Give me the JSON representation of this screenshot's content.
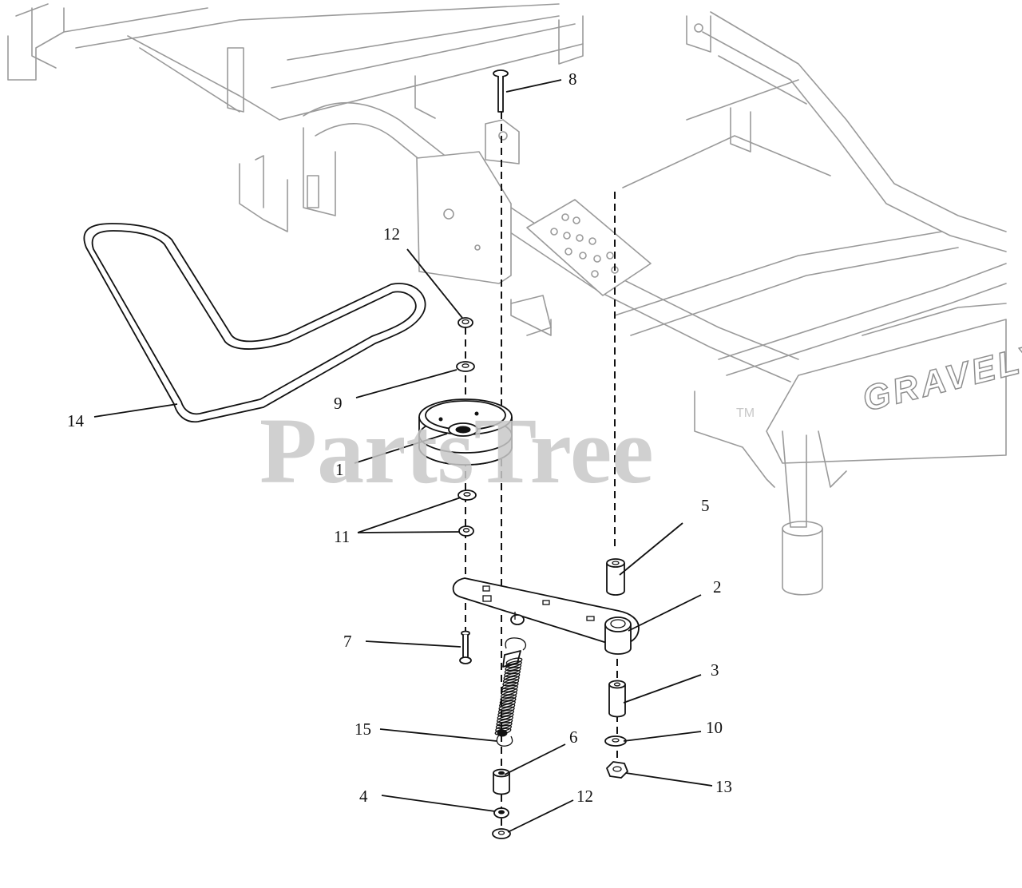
{
  "watermark": {
    "text": "PartsTree",
    "trademark": "TM"
  },
  "frame_brand": "GRAVELY",
  "callouts": [
    {
      "id": "c1",
      "label": "1"
    },
    {
      "id": "c2",
      "label": "2"
    },
    {
      "id": "c3",
      "label": "3"
    },
    {
      "id": "c4",
      "label": "4"
    },
    {
      "id": "c5",
      "label": "5"
    },
    {
      "id": "c6",
      "label": "6"
    },
    {
      "id": "c7",
      "label": "7"
    },
    {
      "id": "c8",
      "label": "8"
    },
    {
      "id": "c9",
      "label": "9"
    },
    {
      "id": "c10",
      "label": "10"
    },
    {
      "id": "c11",
      "label": "11"
    },
    {
      "id": "c12a",
      "label": "12"
    },
    {
      "id": "c12b",
      "label": "12"
    },
    {
      "id": "c13",
      "label": "13"
    },
    {
      "id": "c14",
      "label": "14"
    },
    {
      "id": "c15",
      "label": "15"
    }
  ]
}
